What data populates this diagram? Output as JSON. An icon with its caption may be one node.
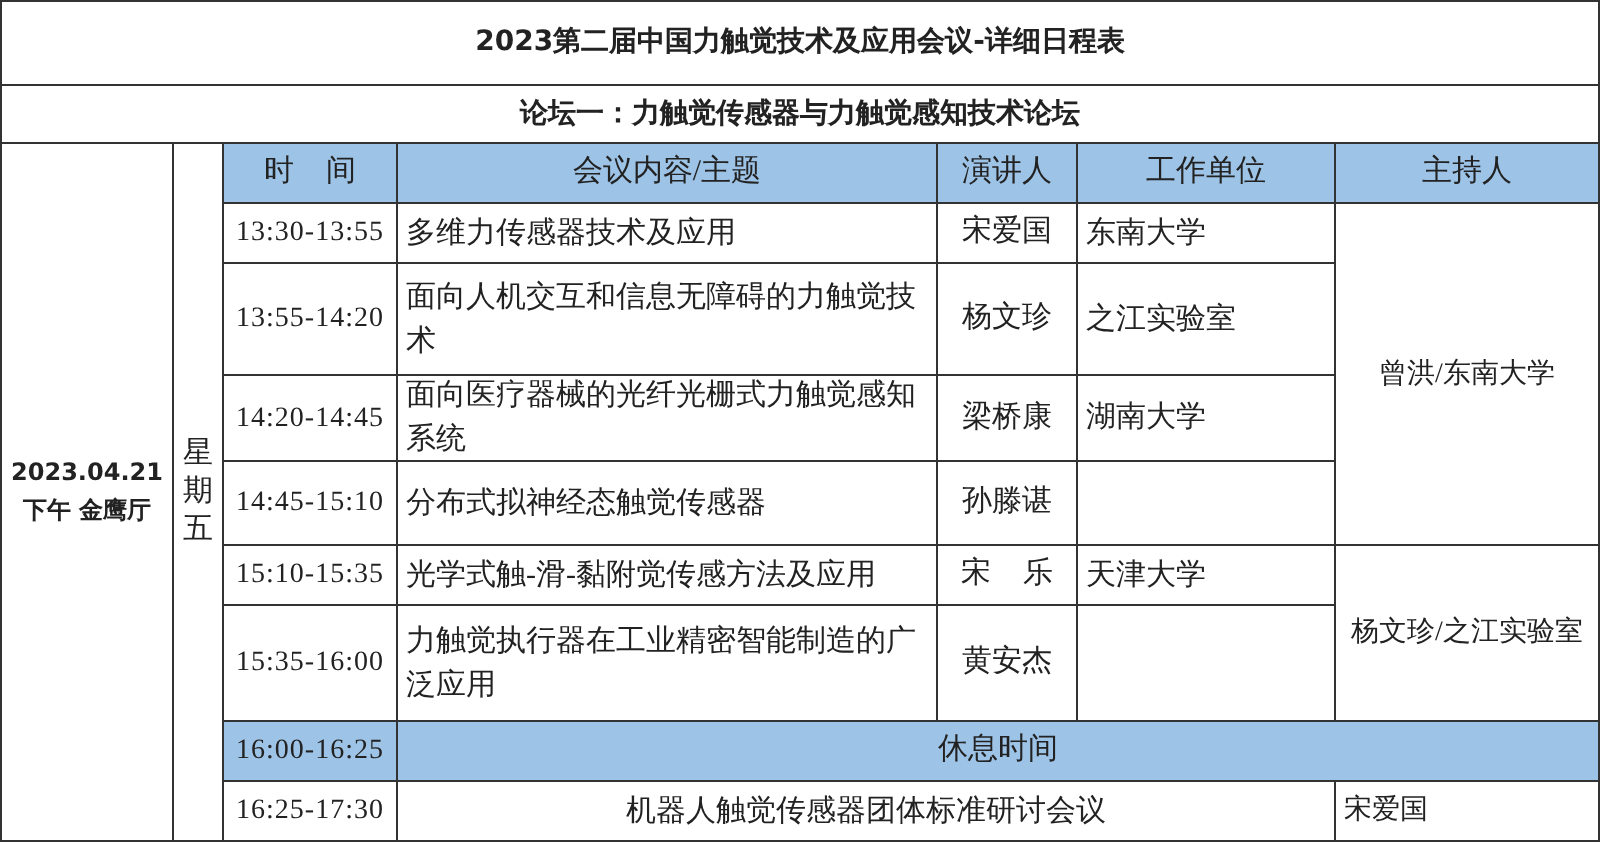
{
  "diagram": {
    "title": "2023第二届中国力触觉技术及应用会议-详细日程表",
    "labels": [
      "论坛一：力触觉传感器与力触觉感知技术论坛",
      "2023.04.21 下午 金鹰厅",
      "星期五",
      "时 间",
      "会议内容/主题",
      "演讲人",
      "工作单位",
      "主持人",
      "13:30-13:55",
      "多维力传感器技术及应用",
      "宋爱国",
      "东南大学",
      "曾洪/东南大学",
      "13:55-14:20",
      "面向人机交互和信息无障碍的力触觉技术",
      "杨文珍",
      "之江实验室",
      "14:20-14:45",
      "面向医疗器械的光纤光栅式力触觉感知系统",
      "梁桥康",
      "湖南大学",
      "14:45-15:10",
      "分布式拟神经态触觉传感器",
      "孙滕谌",
      "15:10-15:35",
      "光学式触-滑-黏附觉传感方法及应用",
      "宋 乐",
      "天津大学",
      "杨文珍/之江实验室",
      "15:35-16:00",
      "力触觉执行器在工业精密智能制造的广泛应用",
      "黄安杰",
      "16:00-16:25",
      "休息时间",
      "16:25-17:30",
      "机器人触觉传感器团体标准研讨会议",
      "宋爱国"
    ]
  }
}
